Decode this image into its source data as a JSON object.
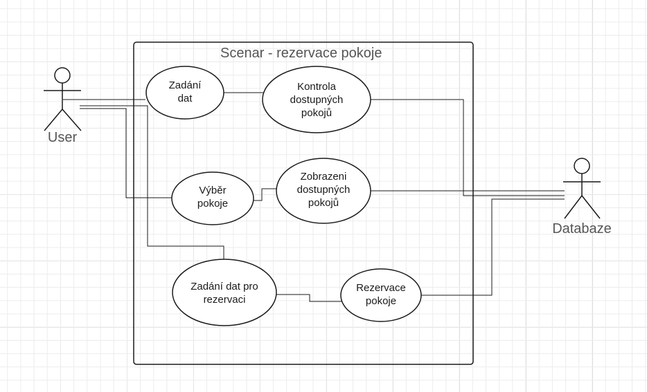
{
  "diagram": {
    "system_title": "Scenar - rezervace pokoje",
    "actors": {
      "user": "User",
      "database": "Databaze"
    },
    "use_cases": {
      "zadani_dat": "Zadání\ndat",
      "kontrola": "Kontrola\ndostupných\npokojů",
      "vyber": "Výběr\npokoje",
      "zobrazeni": "Zobrazeni\ndostupných\npokojů",
      "zadani_rezervace": "Zadání dat pro\nrezervaci",
      "rezervace": "Rezervace\npokoje"
    }
  },
  "colors": {
    "line": "#1a1a1a",
    "grid_minor": "#ececec",
    "grid_major": "#d4d4d4"
  }
}
